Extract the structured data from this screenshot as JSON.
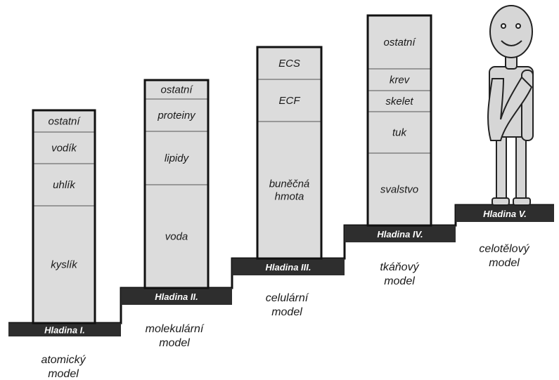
{
  "levels": [
    {
      "label": "Hladina I.",
      "model": [
        "atomický",
        "model"
      ],
      "segments": [
        {
          "lines": [
            "ostatní"
          ]
        },
        {
          "lines": [
            "vodík"
          ]
        },
        {
          "lines": [
            "uhlík"
          ]
        },
        {
          "lines": [
            "kyslík"
          ]
        }
      ]
    },
    {
      "label": "Hladina II.",
      "model": [
        "molekulární",
        "model"
      ],
      "segments": [
        {
          "lines": [
            "ostatní"
          ]
        },
        {
          "lines": [
            "proteiny"
          ]
        },
        {
          "lines": [
            "lipidy"
          ]
        },
        {
          "lines": [
            "voda"
          ]
        }
      ]
    },
    {
      "label": "Hladina III.",
      "model": [
        "celulární",
        "model"
      ],
      "segments": [
        {
          "lines": [
            "ECS"
          ]
        },
        {
          "lines": [
            "ECF"
          ]
        },
        {
          "lines": [
            "buněčná",
            "hmota"
          ]
        }
      ]
    },
    {
      "label": "Hladina IV.",
      "model": [
        "tkáňový",
        "model"
      ],
      "segments": [
        {
          "lines": [
            "ostatní"
          ]
        },
        {
          "lines": [
            "krev"
          ]
        },
        {
          "lines": [
            "skelet"
          ]
        },
        {
          "lines": [
            "tuk"
          ]
        },
        {
          "lines": [
            "svalstvo"
          ]
        }
      ]
    },
    {
      "label": "Hladina V.",
      "model": [
        "celotělový",
        "model"
      ]
    }
  ]
}
